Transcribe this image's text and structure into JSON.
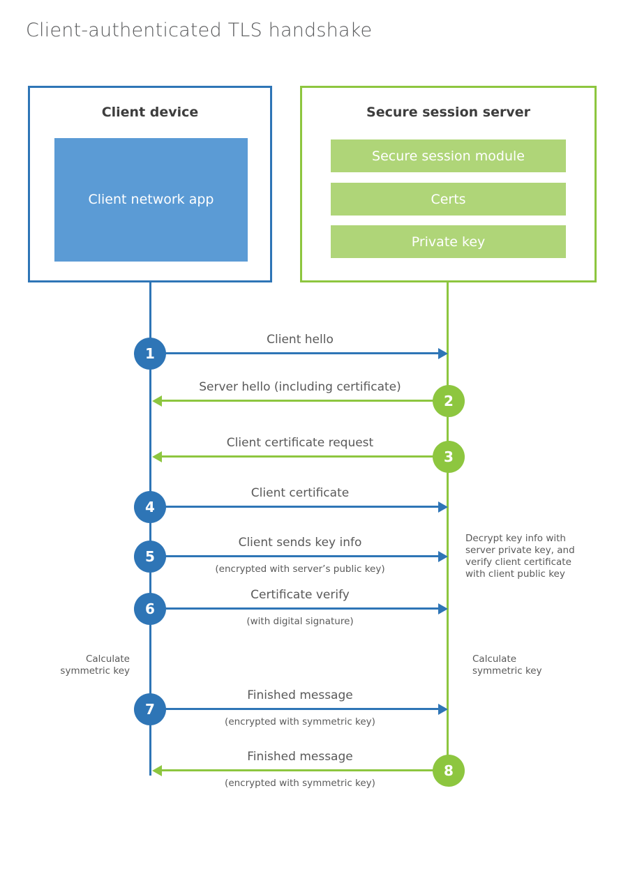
{
  "title": "Client-authenticated TLS handshake",
  "colors": {
    "blue": "#2e75b6",
    "blue_fill": "#5b9bd5",
    "green": "#8dc63f",
    "green_fill": "#afd578",
    "text": "#595959",
    "heading": "#3d3d3d"
  },
  "client": {
    "title": "Client device",
    "module": "Client network app"
  },
  "server": {
    "title": "Secure session server",
    "modules": [
      "Secure session module",
      "Certs",
      "Private key"
    ]
  },
  "steps": [
    {
      "number": "1",
      "from": "client",
      "label": "Client hello",
      "sublabel": ""
    },
    {
      "number": "2",
      "from": "server",
      "label": "Server hello (including certificate)",
      "sublabel": ""
    },
    {
      "number": "3",
      "from": "server",
      "label": "Client certificate request",
      "sublabel": ""
    },
    {
      "number": "4",
      "from": "client",
      "label": "Client certificate",
      "sublabel": ""
    },
    {
      "number": "5",
      "from": "client",
      "label": "Client sends key info",
      "sublabel": "(encrypted with server’s public key)"
    },
    {
      "number": "6",
      "from": "client",
      "label": "Certificate verify",
      "sublabel": "(with digital signature)"
    },
    {
      "number": "7",
      "from": "client",
      "label": "Finished message",
      "sublabel": "(encrypted with symmetric key)"
    },
    {
      "number": "8",
      "from": "server",
      "label": "Finished message",
      "sublabel": "(encrypted with symmetric key)"
    }
  ],
  "annotations": {
    "decrypt": "Decrypt key info with server private key, and verify client certificate with client public key",
    "client_calculate": "Calculate symmetric key",
    "server_calculate": "Calculate symmetric key"
  }
}
